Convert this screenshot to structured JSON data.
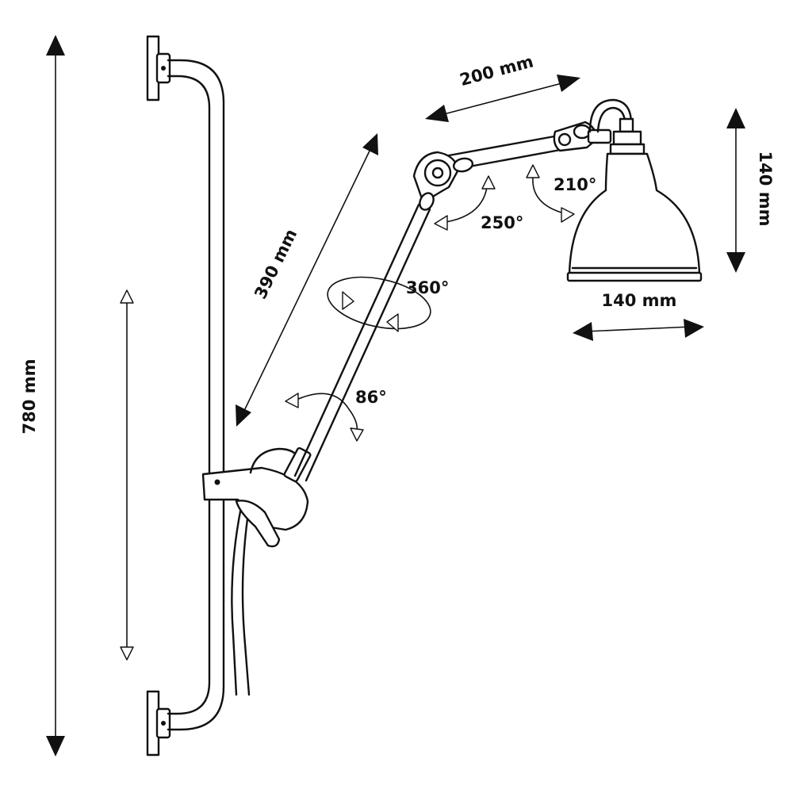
{
  "dimensions": {
    "total_height": "780 mm",
    "lower_arm": "390 mm",
    "upper_arm": "200 mm",
    "shade_height": "140 mm",
    "shade_width": "140 mm"
  },
  "rotations": {
    "base_joint": "86°",
    "arm_axis": "360°",
    "elbow_joint": "250°",
    "shade_joint": "210°"
  },
  "colors": {
    "ink": "#111111",
    "background": "#ffffff"
  }
}
